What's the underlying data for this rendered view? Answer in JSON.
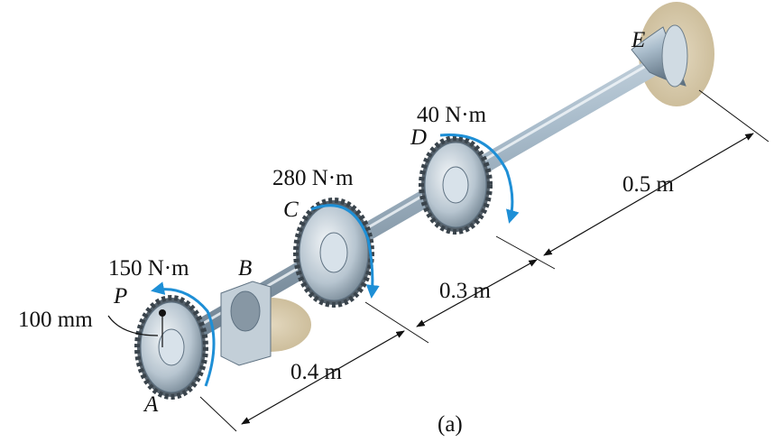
{
  "figure": {
    "caption": "(a)",
    "points": {
      "A": "A",
      "B": "B",
      "C": "C",
      "D": "D",
      "E": "E",
      "P": "P"
    },
    "torques": {
      "A": "150 N·m",
      "C": "280 N·m",
      "D": "40 N·m"
    },
    "dimensions": {
      "radius": "100 mm",
      "AB_span": "0.4 m",
      "CD_span": "0.3 m",
      "DE_span": "0.5 m"
    },
    "colors": {
      "torque_arrow": "#1e8fd6",
      "shaft": "#a9bccb",
      "wall": "#d8ccb0"
    }
  }
}
